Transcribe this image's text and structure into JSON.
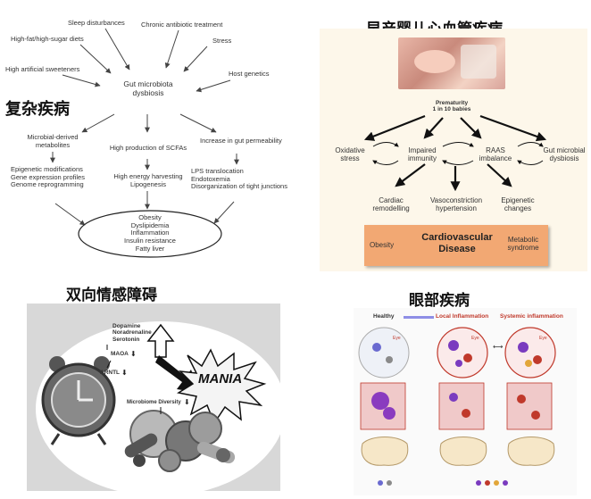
{
  "panels": {
    "top_left": {
      "title": "复杂疾病",
      "center": "Gut microbiota\ndysbiosis",
      "causes": [
        "Sleep disturbances",
        "Chronic antibiotic treatment",
        "High-fat/high-sugar diets",
        "Stress",
        "High artificial sweeteners",
        "Host genetics"
      ],
      "branch_left_head": "Microbial-derived\nmetabolites",
      "branch_left_items": "Epigenetic modifications\nGene expression profiles\nGenome reprogramming",
      "branch_mid_head": "High production of SCFAs",
      "branch_mid_items": "High energy harvesting\nLipogenesis",
      "branch_right_head": "Increase in gut permeability",
      "branch_right_items": "LPS translocation\nEndotoxemia\nDisorganization of tight junctions",
      "outcomes": "Obesity\nDyslipidemia\nInflammation\nInsulin resistance\nFatty liver"
    },
    "top_right": {
      "title": "早产婴儿心血管疾病",
      "prematurity": "Prematurity\n1 in 10 babies",
      "mid_row": [
        "Oxidative\nstress",
        "Impaired\nimmunity",
        "RAAS\nimbalance",
        "Gut microbial\ndysbiosis"
      ],
      "bottom_row": [
        "Cardiac\nremodelling",
        "Vasoconstriction\nhypertension",
        "Epigenetic\nchanges"
      ],
      "box_left": "Obesity",
      "box_center": "Cardiovascular\nDisease",
      "box_right": "Metabolic\nsyndrome",
      "colors": {
        "box": "#f2a873",
        "panel_bg": "#fdf7ea"
      }
    },
    "bottom_left": {
      "title": "双向情感障碍",
      "neuro": "Dopamine\nNoradrenaline\nSerotonin",
      "maoa": "MAOA",
      "arntl": "ARNTL",
      "mania": "MANIA",
      "diversity": "Microbiome Diversity"
    },
    "bottom_right": {
      "title": "眼部疾病",
      "healthy": "Healthy",
      "local": "Local Inflammation",
      "systemic": "Systemic inflammation",
      "eye": "Eye",
      "colors": {
        "accent": "#c0392b",
        "arrow": "#8e8ee6"
      }
    }
  }
}
